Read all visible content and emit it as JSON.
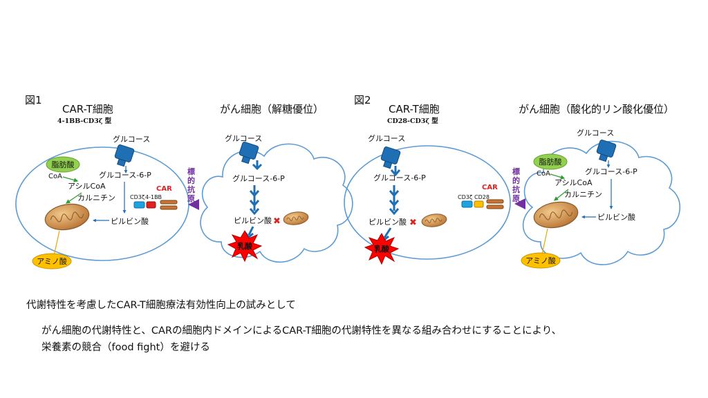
{
  "fig1": {
    "title": "図1",
    "cart": {
      "title": "CAR-T細胞",
      "subtitle": "4-1BB-CD3ζ 型"
    },
    "cancer": {
      "title": "がん細胞（解糖優位）"
    }
  },
  "fig2": {
    "title": "図2",
    "cart": {
      "title": "CAR-T細胞",
      "subtitle": "CD28-CD3ζ 型"
    },
    "cancer": {
      "title": "がん細胞（酸化的リン酸化優位）"
    }
  },
  "labels": {
    "glucose": "グルコース",
    "g6p": "グルコース-6-P",
    "pyruvate": "ピルビン酸",
    "lactate": "乳酸",
    "fatty_acid": "脂肪酸",
    "coa": "CoA",
    "acyl_coa": "アシルCoA",
    "carnitine": "カルニチン",
    "amino_acid": "アミノ酸",
    "car": "CAR",
    "antigen": [
      "標",
      "的",
      "抗",
      "原"
    ],
    "cd3z": "CD3ζ",
    "bb41": "4-1BB",
    "cd28": "CD28"
  },
  "captions": {
    "line1": "代謝特性を考慮したCAR-T細胞療法有効性向上の試みとして",
    "line2": "がん細胞の代謝特性と、CARの細胞内ドメインによるCAR-T細胞の代謝特性を異なる組み合わせにすることにより、",
    "line3": "栄養素の競合（food fight）を避ける"
  },
  "colors": {
    "membrane": "#5b9bd5",
    "transporter": "#1f6fb5",
    "arrow": "#1f6fb5",
    "car_red": "#e0221f",
    "antigen_purple": "#7030a0",
    "fatty_green": "#92d050",
    "amino_yellow": "#ffc000",
    "mito": "#c08040",
    "lactate_star": "#ff0000"
  }
}
